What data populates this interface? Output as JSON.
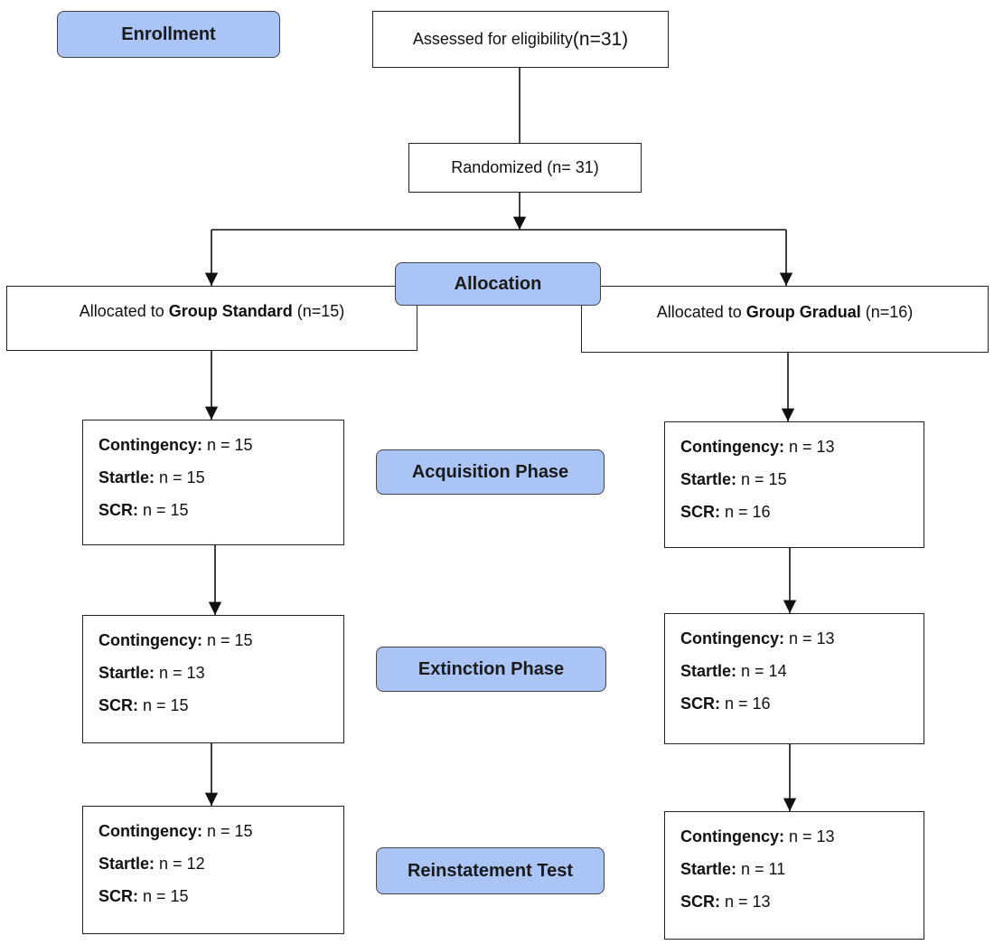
{
  "stages": {
    "enrollment": "Enrollment",
    "allocation": "Allocation",
    "acquisition": "Acquisition Phase",
    "extinction": "Extinction Phase",
    "reinstatement": "Reinstatement Test"
  },
  "assessed": {
    "text": "Assessed for eligibility ",
    "n": "(n=31)"
  },
  "randomized": "Randomized (n= 31)",
  "allocated_standard": {
    "prefix": "Allocated to ",
    "group": "Group Standard",
    "suffix": " (n=15)"
  },
  "allocated_gradual": {
    "prefix": "Allocated to ",
    "group": "Group Gradual",
    "suffix": " (n=16)"
  },
  "labels": {
    "contingency": "Contingency:",
    "startle": "Startle:",
    "scr": "SCR:"
  },
  "standard": {
    "acquisition": {
      "contingency": "n = 15",
      "startle": "n = 15",
      "scr": "n = 15"
    },
    "extinction": {
      "contingency": "n = 15",
      "startle": "n = 13",
      "scr": "n = 15"
    },
    "reinstatement": {
      "contingency": "n = 15",
      "startle": "n = 12",
      "scr": "n = 15"
    }
  },
  "gradual": {
    "acquisition": {
      "contingency": "n = 13",
      "startle": "n = 15",
      "scr": "n = 16"
    },
    "extinction": {
      "contingency": "n = 13",
      "startle": "n = 14",
      "scr": "n = 16"
    },
    "reinstatement": {
      "contingency": "n = 13",
      "startle": "n = 11",
      "scr": "n = 13"
    }
  }
}
